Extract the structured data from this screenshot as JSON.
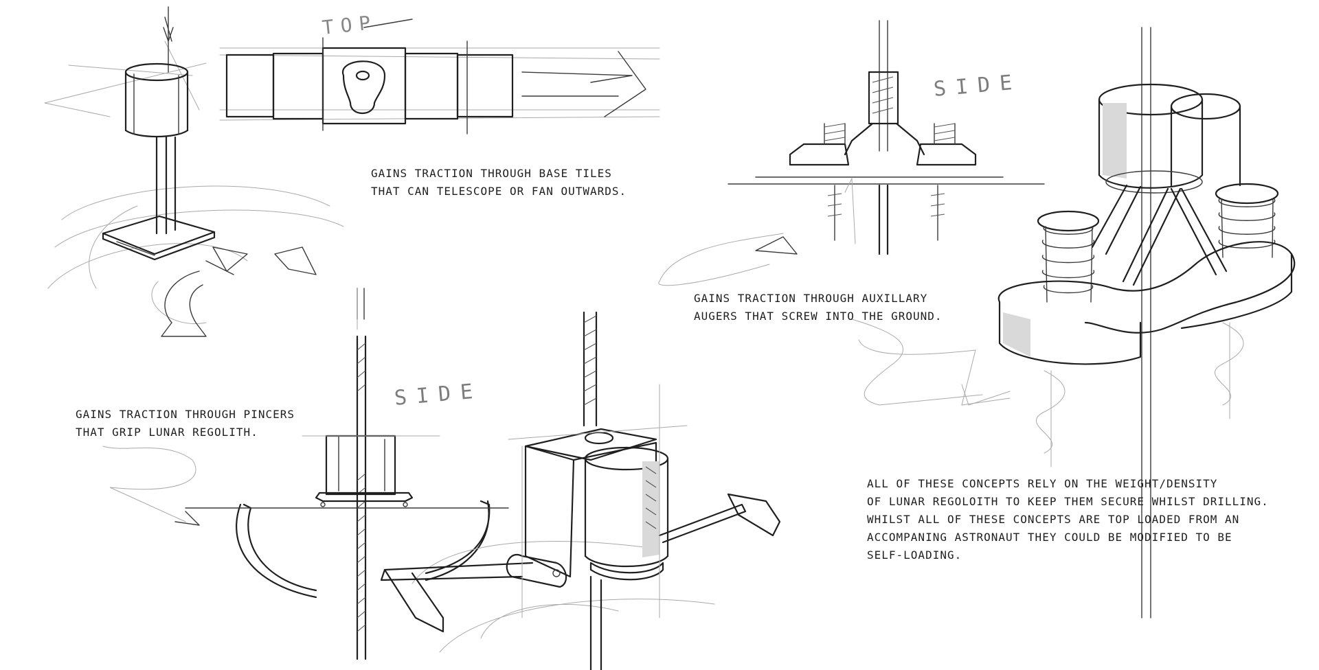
{
  "labels": {
    "top": "TOP",
    "side_upper": "SIDE",
    "side_lower": "SIDE"
  },
  "notes": {
    "base_tiles": {
      "line1": "Gains traction through base tiles",
      "line2": "that can telescope or fan outwards."
    },
    "augers": {
      "line1": "Gains traction through auxillary",
      "line2": "augers that screw into the ground."
    },
    "pincers": {
      "line1": "Gains traction through pincers",
      "line2": "that grip lunar regolith."
    },
    "summary": {
      "line1": "All of these concepts rely on the weight/density",
      "line2": "of lunar regoloith to keep them secure whilst drilling.",
      "line3": "Whilst all of these concepts are top loaded from an",
      "line4": "accompaning astronaut they could be modified to be",
      "line5": "self-loading."
    }
  }
}
